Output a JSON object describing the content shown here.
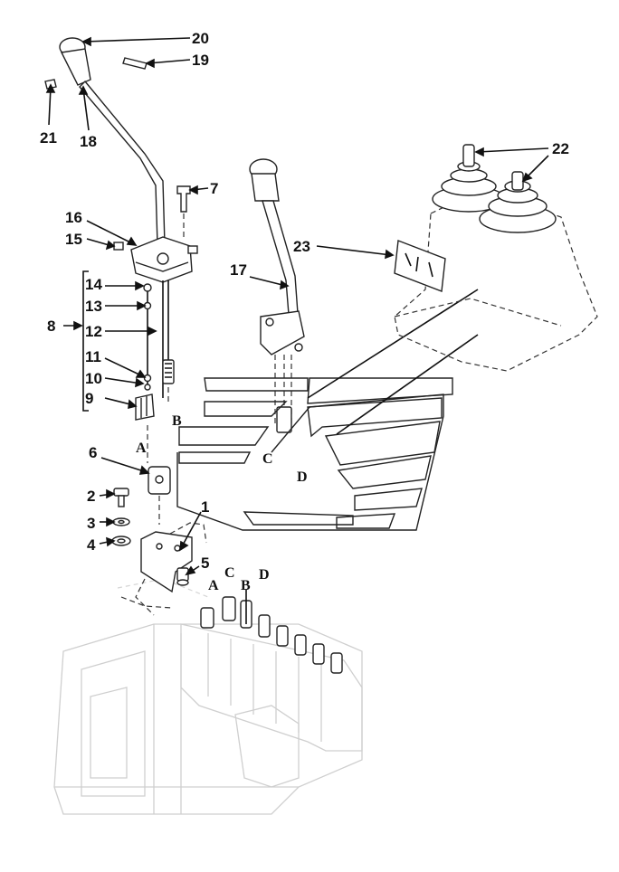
{
  "labels": {
    "n1": "1",
    "n2": "2",
    "n3": "3",
    "n4": "4",
    "n5": "5",
    "n6": "6",
    "n7": "7",
    "n8": "8",
    "n9": "9",
    "n10": "10",
    "n11": "11",
    "n12": "12",
    "n13": "13",
    "n14": "14",
    "n15": "15",
    "n16": "16",
    "n17": "17",
    "n18": "18",
    "n19": "19",
    "n20": "20",
    "n21": "21",
    "n22": "22",
    "n23": "23",
    "a_upper": "A",
    "b_upper": "B",
    "c_mid": "C",
    "d_mid": "D",
    "a_valve": "A",
    "c_valve": "C",
    "b_valve": "B",
    "d_valve": "D"
  }
}
